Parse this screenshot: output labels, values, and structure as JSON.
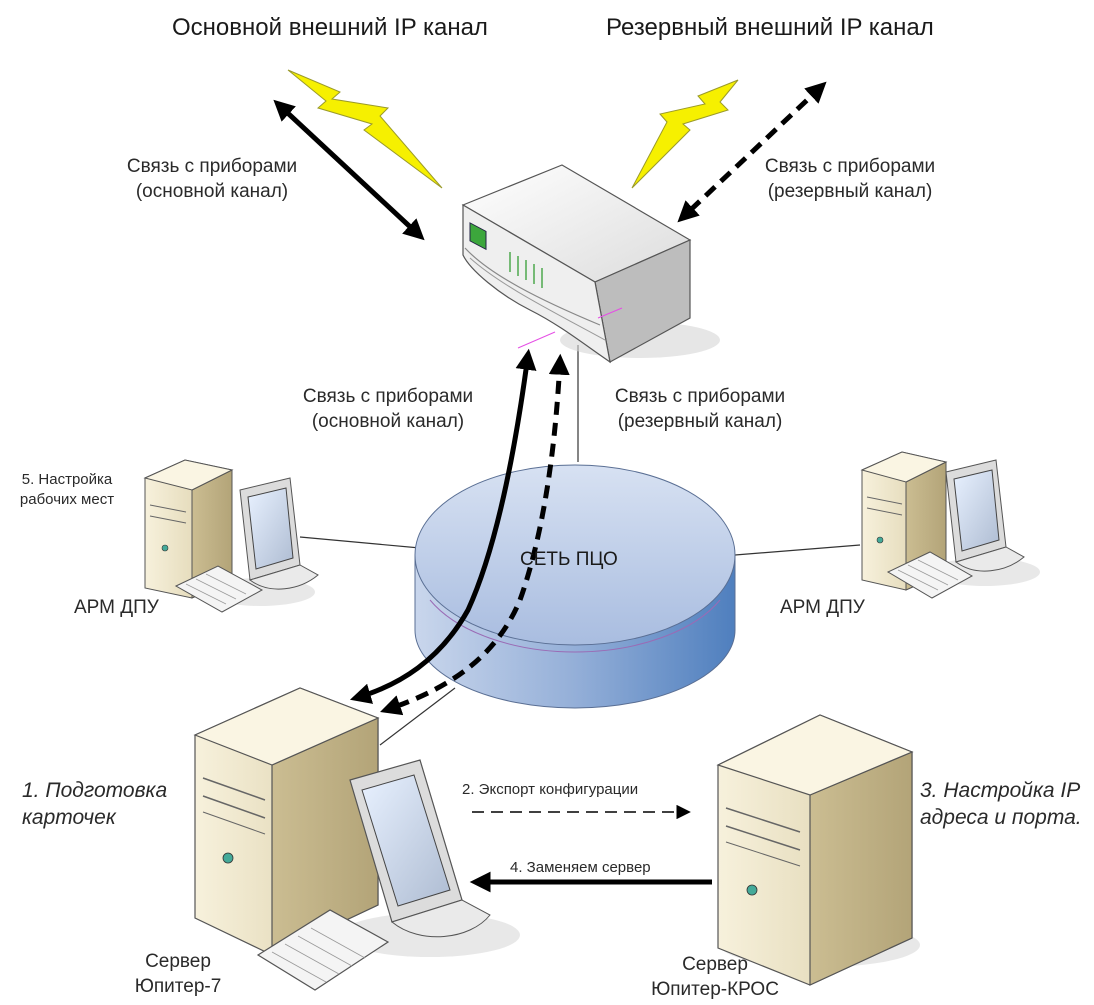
{
  "channels": {
    "primary_title": "Основной внешний IP канал",
    "backup_title": "Резервный внешний IP канал"
  },
  "links": {
    "top_left": {
      "line1": "Связь с приборами",
      "line2": "(основной канал)"
    },
    "top_right": {
      "line1": "Связь с приборами",
      "line2": "(резервный канал)"
    },
    "mid_left": {
      "line1": "Связь с приборами",
      "line2": "(основной канал)"
    },
    "mid_right": {
      "line1": "Связь с приборами",
      "line2": "(резервный канал)"
    }
  },
  "network": {
    "label": "СЕТЬ ПЦО"
  },
  "workstations": {
    "left": {
      "label": "АРМ ДПУ",
      "note_line1": "5. Настройка",
      "note_line2": "рабочих мест"
    },
    "right": {
      "label": "АРМ ДПУ"
    }
  },
  "servers": {
    "jupiter7": {
      "line1": "Сервер",
      "line2": "Юпитер-7"
    },
    "kros": {
      "line1": "Сервер",
      "line2": "Юпитер-КРОС"
    }
  },
  "steps": {
    "step1_line1": "1. Подготовка",
    "step1_line2": "карточек",
    "step2": "2. Экспорт конфигурации",
    "step3_line1": "3. Настройка IP",
    "step3_line2": "адреса и порта.",
    "step4": "4. Заменяем сервер"
  },
  "colors": {
    "bolt": "#f6f000",
    "network_top": "#c4d2ea",
    "network_side": "#7e9ccb",
    "case": "#ece3c6",
    "router": "#f2f2f2",
    "router_led": "#3ca63c"
  }
}
